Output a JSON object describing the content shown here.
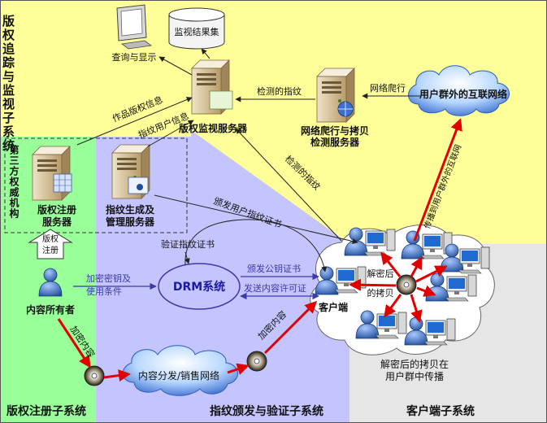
{
  "regions": {
    "top_title": "版权追踪与监视子系统",
    "third_party": "第三方权威机构",
    "register_subsystem": "版权注册子系统",
    "fingerprint_subsystem": "指纹颁发与验证子系统",
    "client_subsystem": "客户端子系统"
  },
  "nodes": {
    "monitor_db": "监视结果集",
    "query_display": "查询与显示",
    "monitor_server": "版权监视服务器",
    "crawler_line1": "网络爬行与拷贝",
    "crawler_line2": "检测服务器",
    "internet": "用户群外的互联网络",
    "reg_server_line1": "版权注册",
    "reg_server_line2": "服务器",
    "fp_server_line1": "指纹生成及",
    "fp_server_line2": "管理服务器",
    "drm": "DRM系统",
    "owner": "内容所有者",
    "client": "客户端",
    "distribution_network": "内容分发/销售网络",
    "decrypted_copy_line1": "解密后",
    "decrypted_copy_line2": "的拷贝",
    "spread_line1": "解密后的拷贝在",
    "spread_line2": "用户群中传播"
  },
  "edges": {
    "copyright_info": "作品版权信息",
    "fingerprint_user_info": "指纹用户信息",
    "detected_fp_top": "检测的指纹",
    "web_crawl": "网络爬行",
    "detected_fp_diag": "检测的指纹",
    "spread_to_internet": "传播到用户群外的互联网",
    "issue_fp_cert": "颁发用户指纹证书",
    "verify_fp_cert": "验证指纹证书",
    "copyright_reg_line1": "版权",
    "copyright_reg_line2": "注册",
    "key_conditions_line1": "加密密钥及",
    "key_conditions_line2": "使用条件",
    "issue_pubkey_cert": "颁发公钥证书",
    "send_license": "发送内容许可证",
    "encrypted_content_left": "加密内容",
    "encrypted_content_right": "加密内容"
  },
  "colors": {
    "top_region": "#ffff99",
    "green_region": "#99ff99",
    "blue_region": "#c4c4ff",
    "gray_region": "#e6e6e6",
    "red_arrow": "#e00000",
    "blue_arrow": "#3a3aa8",
    "text": "#111111",
    "drm_text": "#1a1aa0"
  }
}
